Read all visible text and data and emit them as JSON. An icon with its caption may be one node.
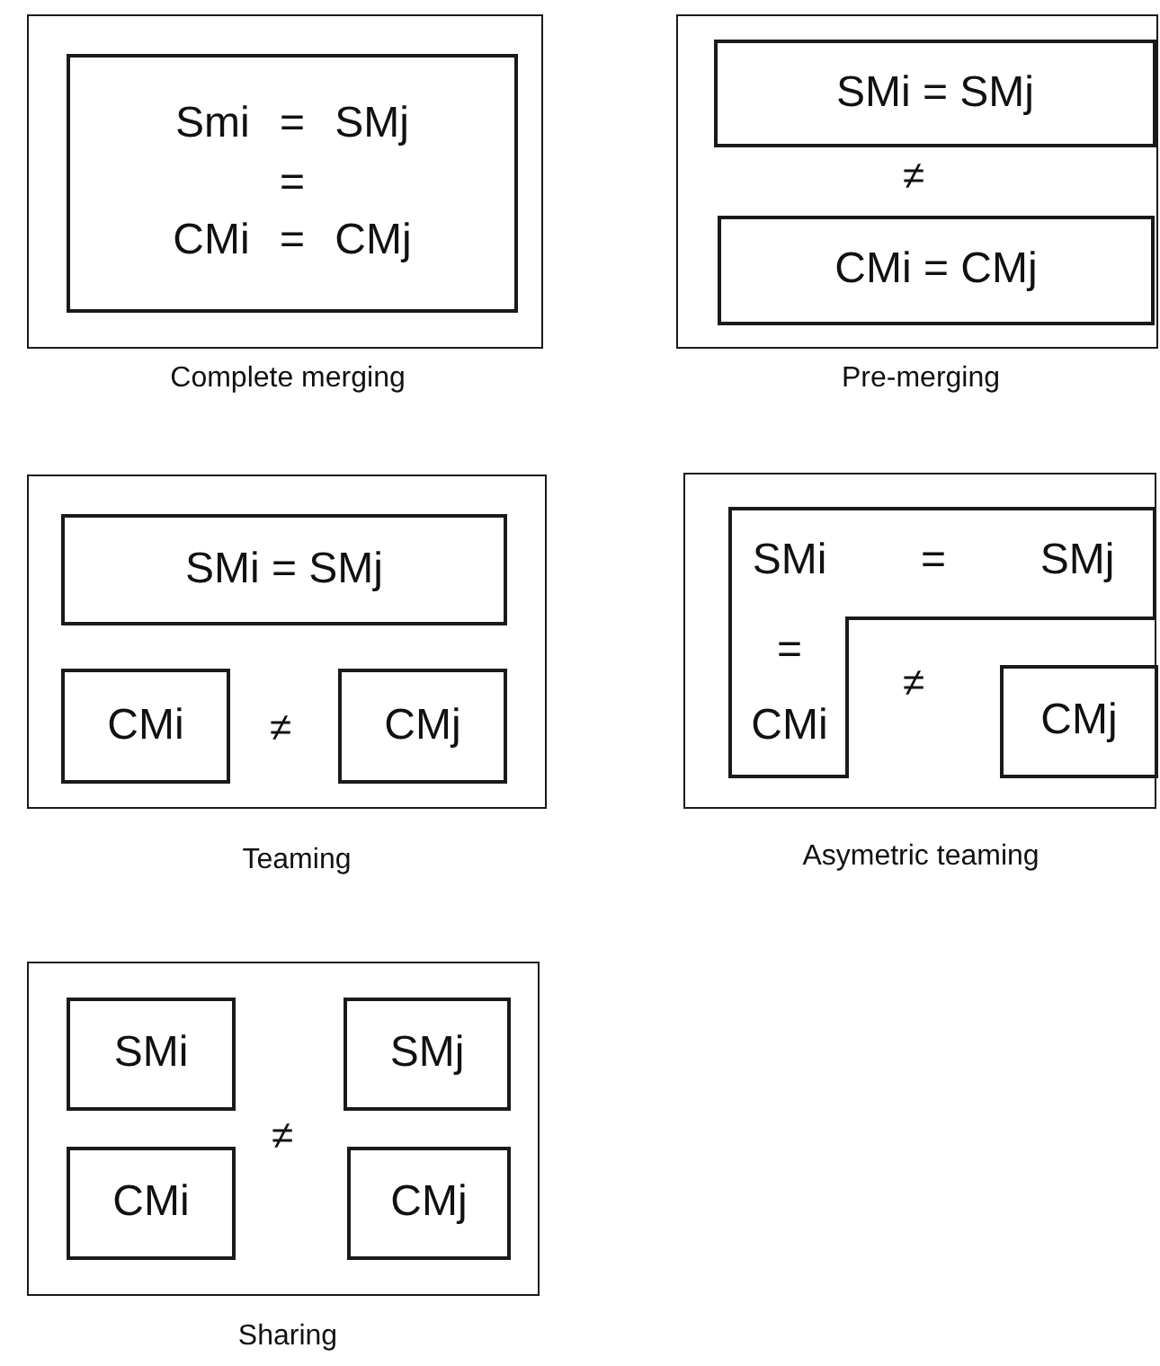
{
  "diagram": {
    "nodes": [
      {
        "text": [],
        "shape": "box",
        "beside": [
          "Complete merging"
        ]
      },
      {
        "text": [
          "Smi = SMj",
          "=",
          "CMi = CMj"
        ],
        "in": 0
      },
      {
        "text": [],
        "shape": "box",
        "beside": [
          "Pre-merging"
        ]
      },
      {
        "text": [
          "SMi = SMj"
        ],
        "in": 2
      },
      {
        "text": [
          "CMi = CMj"
        ],
        "in": 2
      },
      {
        "text": [],
        "shape": "box",
        "beside": [
          "Teaming"
        ]
      },
      {
        "text": [
          "SMi = SMj"
        ],
        "in": 5
      },
      {
        "text": [
          "CMi"
        ],
        "in": 5
      },
      {
        "text": [
          "CMj"
        ],
        "in": 5
      },
      {
        "text": [],
        "shape": "box",
        "beside": [
          "Asymetric teaming"
        ]
      },
      {
        "text": [
          "SMi",
          "=",
          "SMj",
          "=",
          "CMi"
        ],
        "in": 9
      },
      {
        "text": [
          "CMj"
        ],
        "in": 9
      },
      {
        "text": [],
        "shape": "box",
        "beside": [
          "Sharing"
        ]
      },
      {
        "text": [
          "SMi"
        ],
        "in": 12
      },
      {
        "text": [
          "SMj"
        ],
        "in": 12
      },
      {
        "text": [
          "CMi"
        ],
        "in": 12
      },
      {
        "text": [
          "CMj"
        ],
        "in": 12
      }
    ],
    "labels": [
      "≠",
      "≠",
      "≠",
      "≠"
    ]
  }
}
